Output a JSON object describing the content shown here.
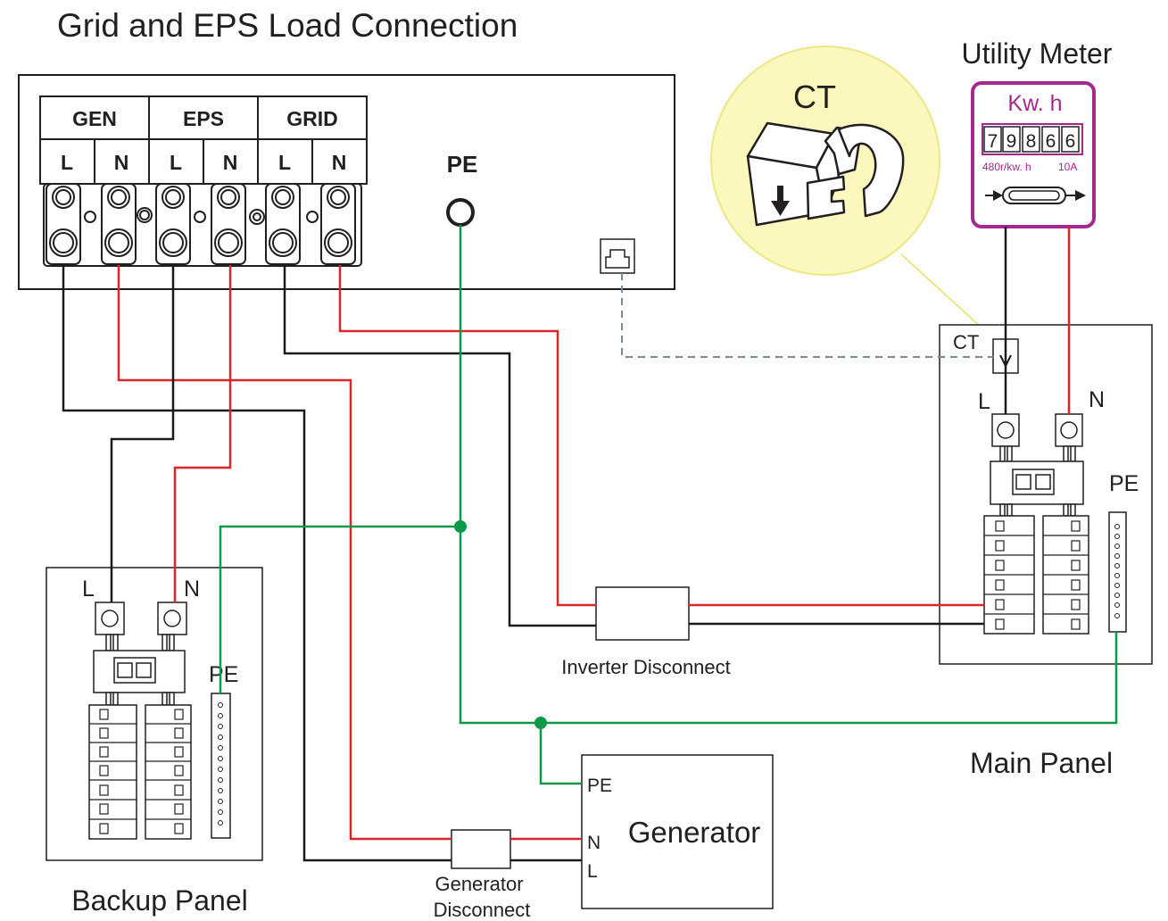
{
  "title": "Grid and EPS Load Connection",
  "inverter": {
    "groups": [
      "GEN",
      "EPS",
      "GRID"
    ],
    "terminals": [
      "L",
      "N",
      "L",
      "N",
      "L",
      "N"
    ],
    "pe_label": "PE"
  },
  "ct_callout": {
    "label": "CT"
  },
  "meter": {
    "title": "Utility Meter",
    "unit": "Kw. h",
    "digits": [
      "7",
      "9",
      "8",
      "6",
      "6"
    ],
    "rate": "480r/kw. h",
    "current": "10A"
  },
  "main_panel": {
    "title": "Main Panel",
    "ct_label": "CT",
    "l_label": "L",
    "n_label": "N",
    "pe_label": "PE"
  },
  "backup_panel": {
    "title": "Backup Panel",
    "l_label": "L",
    "n_label": "N",
    "pe_label": "PE"
  },
  "inverter_disconnect": {
    "label": "Inverter Disconnect"
  },
  "generator": {
    "label": "Generator",
    "pe_label": "PE",
    "n_label": "N",
    "l_label": "L"
  },
  "generator_disconnect": {
    "line1": "Generator",
    "line2": "Disconnect"
  },
  "colors": {
    "line_wire": "#1a1a1a",
    "neutral_wire": "#d9252b",
    "ground_wire": "#0d9a48",
    "ct_signal": "#7a8a96",
    "ct_callout_fill": "#fbf7bd",
    "meter_accent": "#a3298f"
  }
}
